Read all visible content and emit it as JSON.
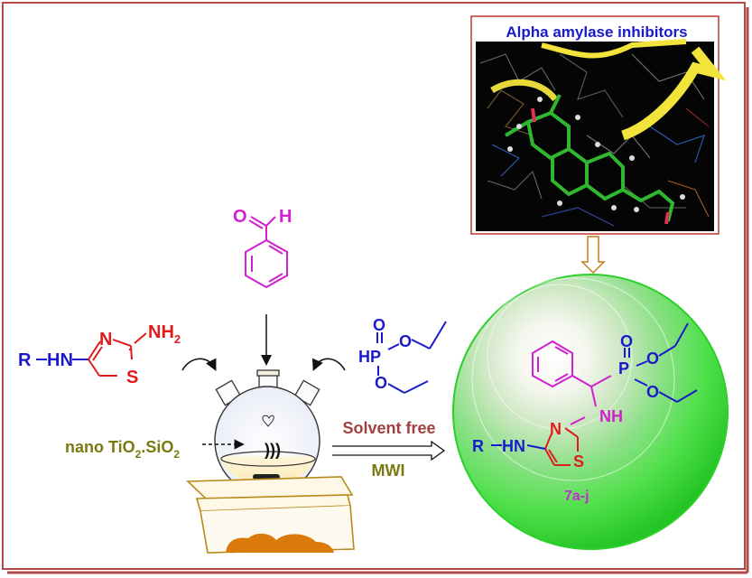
{
  "title_box": {
    "label": "Alpha amylase inhibitors"
  },
  "colors": {
    "frame": "#b24a4a",
    "blue": "#1a1acc",
    "red": "#e01b1b",
    "magenta": "#d11fd1",
    "olive": "#7a7a10",
    "brown": "#a24040",
    "orange": "#d97a0a",
    "sphere_green": "#3fe23f"
  },
  "aldehyde": {
    "o": "O",
    "h": "H"
  },
  "aminothiazole": {
    "r": "R",
    "hn": "HN",
    "n": "N",
    "s": "S",
    "nh2": "NH",
    "nh2_sub": "2"
  },
  "phosphite": {
    "o_top": "O",
    "hp": "HP",
    "o_mid": "O",
    "o_bot": "O"
  },
  "catalyst": {
    "part1": "nano TiO",
    "sub1": "2",
    "dot": ".",
    "part2": "SiO",
    "sub2": "2"
  },
  "ultrasound": {
    "label": ")))"
  },
  "conditions": {
    "top": "Solvent free",
    "bottom": "MWI"
  },
  "product": {
    "p": "P",
    "o_top": "O",
    "o1": "O",
    "o2": "O",
    "nh": "NH",
    "n": "N",
    "s": "S",
    "r": "R",
    "hn": "HN",
    "label": "7a-j"
  }
}
